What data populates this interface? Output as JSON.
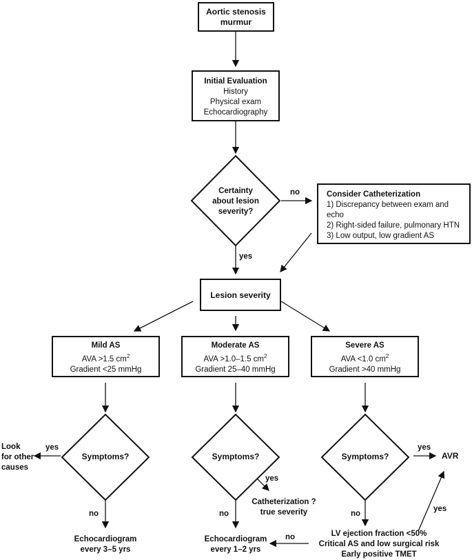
{
  "start": {
    "line1": "Aortic stenosis",
    "line2": "murmur"
  },
  "initial_eval": {
    "title": "Initial Evaluation",
    "items": [
      "History",
      "Physical exam",
      "Echocardiography"
    ]
  },
  "certainty": {
    "line1": "Certainty",
    "line2": "about lesion",
    "line3": "severity?"
  },
  "cath": {
    "title": "Consider Catheterization",
    "items": [
      "1) Discrepancy between exam and",
      "echo",
      "2) Right-sided failure, pulmonary HTN",
      "3) Low output, low gradient AS"
    ]
  },
  "edges": {
    "no": "no",
    "yes": "yes"
  },
  "lesion": {
    "title": "Lesion severity"
  },
  "mild": {
    "title": "Mild AS",
    "ava": "AVA >1.5 cm",
    "grad": "Gradient <25 mmHg"
  },
  "moderate": {
    "title": "Moderate AS",
    "ava": "AVA >1.0–1.5 cm",
    "grad": "Gradient 25–40 mmHg"
  },
  "severe": {
    "title": "Severe AS",
    "ava": "AVA <1.0 cm",
    "grad": "Gradient >40 mmHg"
  },
  "unit_sup": "2",
  "symptoms": "Symptoms?",
  "look": {
    "line1": "Look",
    "line2": "for other",
    "line3": "causes"
  },
  "cath_true": {
    "line1": "Catheterization ?",
    "line2": "true severity"
  },
  "avr": "AVR",
  "echo_mild": {
    "line1": "Echocardiogram",
    "line2": "every 3–5 yrs"
  },
  "echo_mod": {
    "line1": "Echocardiogram",
    "line2": "every 1–2 yrs"
  },
  "lv": {
    "line1": "LV ejection fraction <50%",
    "line2": "Critical AS and low surgical risk",
    "line3": "Early positive TMET"
  }
}
